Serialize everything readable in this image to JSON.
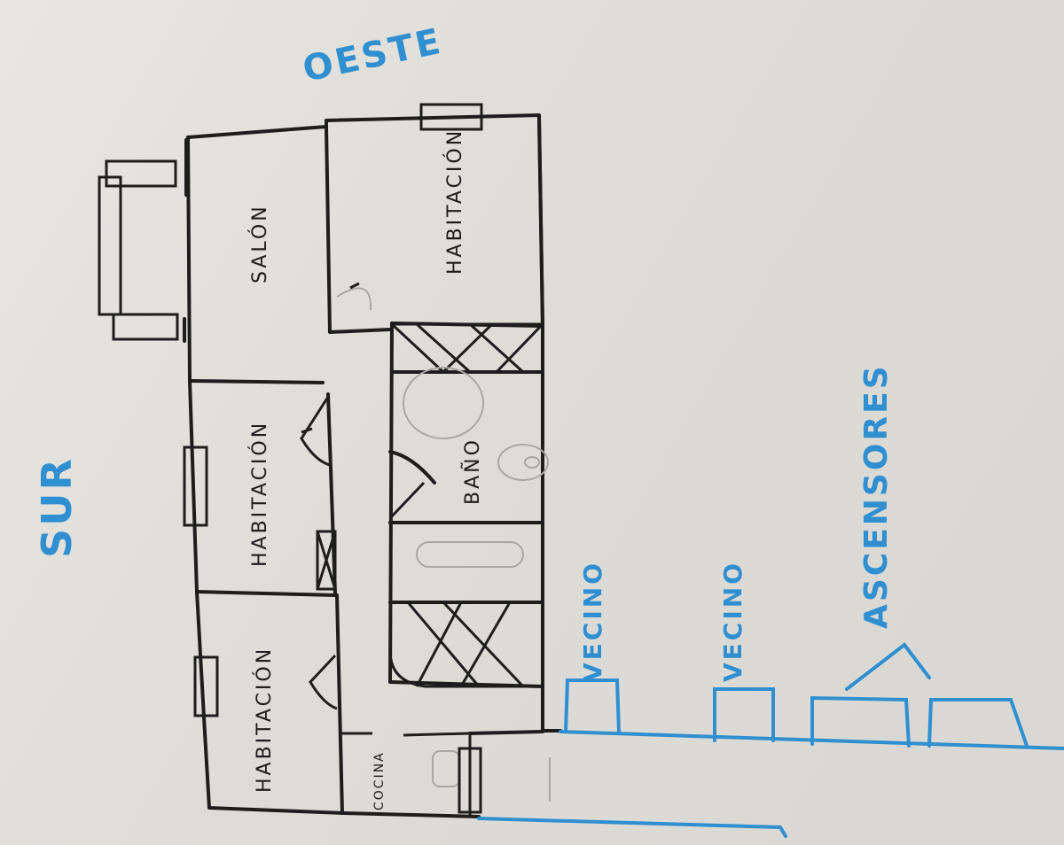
{
  "colors": {
    "ink": "#1d1d1d",
    "blue": "#2f8fd0",
    "paper": "#e2e0dc"
  },
  "compass": {
    "west": "OESTE",
    "south": "SUR"
  },
  "rooms": {
    "living": "SALÓN",
    "bedroom_top": "HABITACIÓN",
    "bedroom_mid": "HABITACIÓN",
    "bedroom_bottom": "HABITACIÓN",
    "bathroom": "BAÑO",
    "kitchen": "COCINA"
  },
  "neighbors": {
    "first": "VECINO",
    "second": "VECINO"
  },
  "elevators": "ASCENSORES"
}
